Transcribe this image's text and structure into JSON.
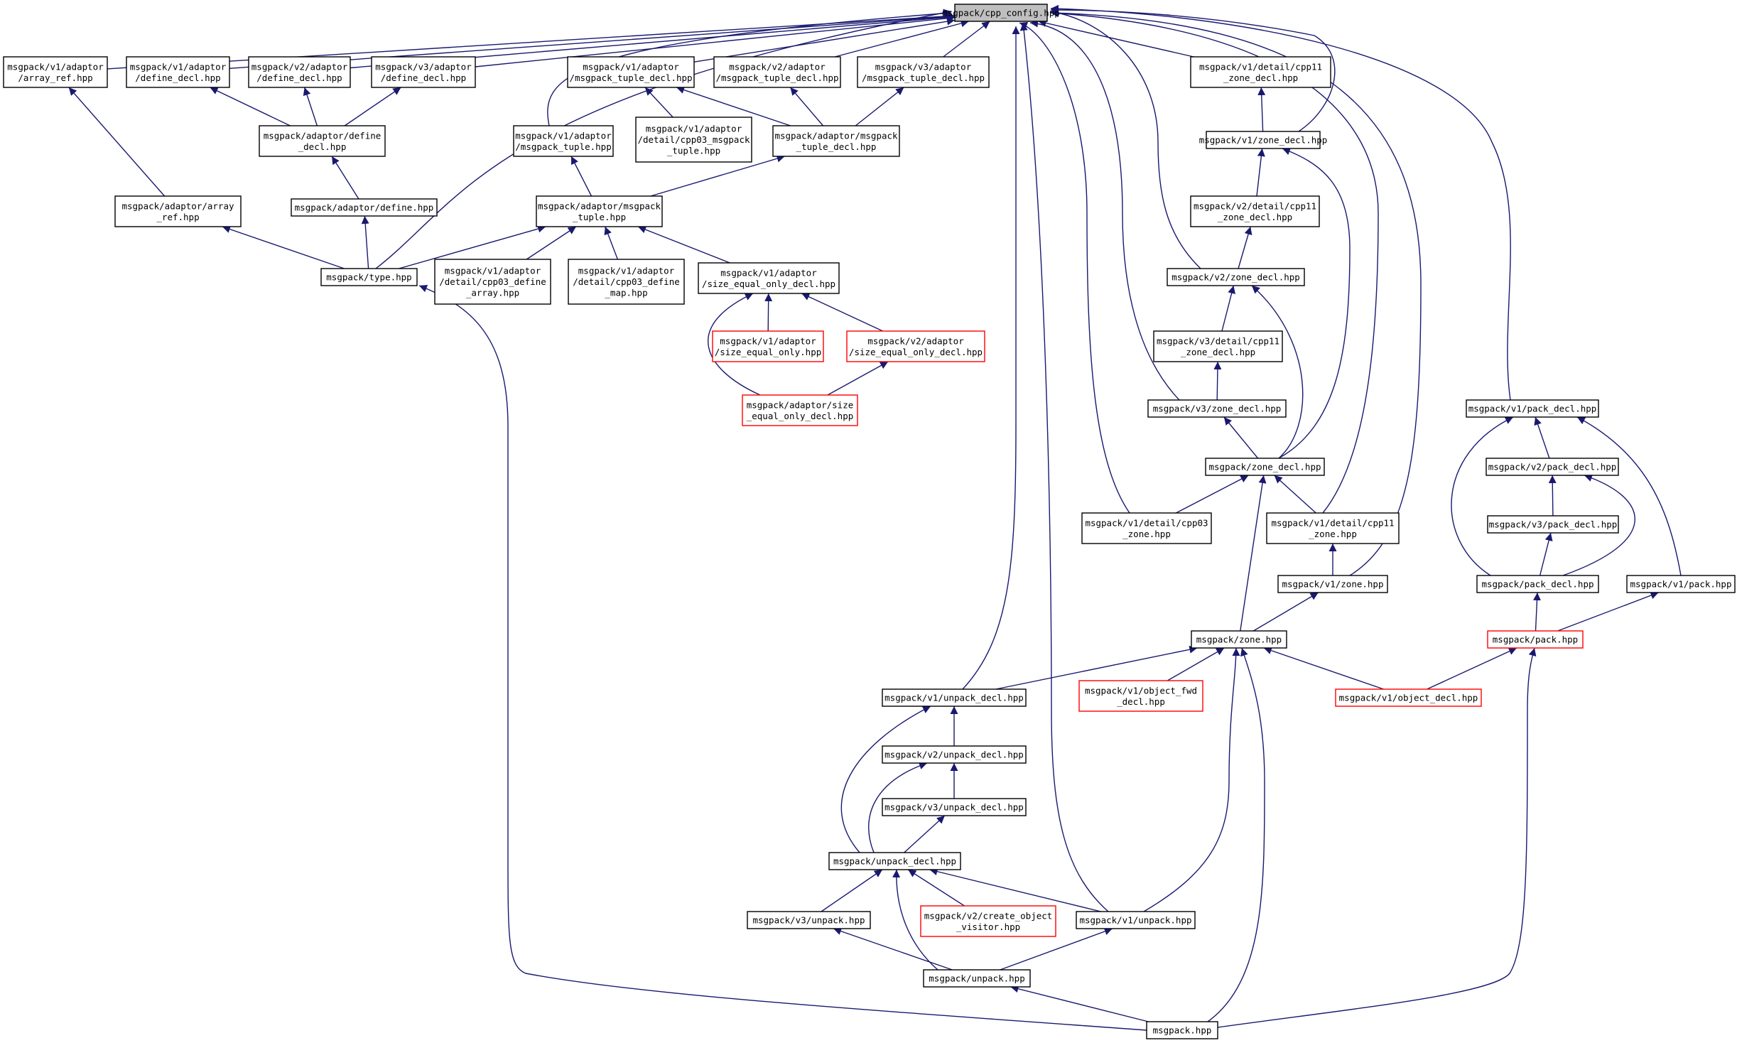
{
  "colors": {
    "edge": "#191970",
    "node_border": "#000000",
    "node_border_truncated": "#ff0000",
    "root_fill": "#bfbfbf",
    "node_fill": "#ffffff"
  },
  "nodes": [
    {
      "id": "n0",
      "lines": [
        "msgpack/cpp_config.hpp"
      ],
      "root": true
    },
    {
      "id": "n1",
      "lines": [
        "msgpack/v1/adaptor",
        "/array_ref.hpp"
      ]
    },
    {
      "id": "n2",
      "lines": [
        "msgpack/v1/adaptor",
        "/define_decl.hpp"
      ]
    },
    {
      "id": "n3",
      "lines": [
        "msgpack/v2/adaptor",
        "/define_decl.hpp"
      ]
    },
    {
      "id": "n4",
      "lines": [
        "msgpack/v3/adaptor",
        "/define_decl.hpp"
      ]
    },
    {
      "id": "n5",
      "lines": [
        "msgpack/v1/adaptor",
        "/msgpack_tuple_decl.hpp"
      ]
    },
    {
      "id": "n6",
      "lines": [
        "msgpack/v2/adaptor",
        "/msgpack_tuple_decl.hpp"
      ]
    },
    {
      "id": "n7",
      "lines": [
        "msgpack/v3/adaptor",
        "/msgpack_tuple_decl.hpp"
      ]
    },
    {
      "id": "n8",
      "lines": [
        "msgpack/v1/detail/cpp11",
        "_zone_decl.hpp"
      ]
    },
    {
      "id": "n9",
      "lines": [
        "msgpack/adaptor/define",
        "_decl.hpp"
      ]
    },
    {
      "id": "n10",
      "lines": [
        "msgpack/v1/adaptor",
        "/msgpack_tuple.hpp"
      ]
    },
    {
      "id": "n11",
      "lines": [
        "msgpack/v1/adaptor",
        "/detail/cpp03_msgpack",
        "_tuple.hpp"
      ]
    },
    {
      "id": "n12",
      "lines": [
        "msgpack/adaptor/msgpack",
        "_tuple_decl.hpp"
      ]
    },
    {
      "id": "n13",
      "lines": [
        "msgpack/v1/zone_decl.hpp"
      ]
    },
    {
      "id": "n14",
      "lines": [
        "msgpack/adaptor/array",
        "_ref.hpp"
      ]
    },
    {
      "id": "n15",
      "lines": [
        "msgpack/adaptor/define.hpp"
      ]
    },
    {
      "id": "n16",
      "lines": [
        "msgpack/adaptor/msgpack",
        "_tuple.hpp"
      ]
    },
    {
      "id": "n17",
      "lines": [
        "msgpack/v2/detail/cpp11",
        "_zone_decl.hpp"
      ]
    },
    {
      "id": "n18",
      "lines": [
        "msgpack/type.hpp"
      ]
    },
    {
      "id": "n19",
      "lines": [
        "msgpack/v1/adaptor",
        "/detail/cpp03_define",
        "_array.hpp"
      ]
    },
    {
      "id": "n20",
      "lines": [
        "msgpack/v1/adaptor",
        "/detail/cpp03_define",
        "_map.hpp"
      ]
    },
    {
      "id": "n21",
      "lines": [
        "msgpack/v1/adaptor",
        "/size_equal_only_decl.hpp"
      ]
    },
    {
      "id": "n22",
      "lines": [
        "msgpack/v2/zone_decl.hpp"
      ]
    },
    {
      "id": "n23",
      "lines": [
        "msgpack/v1/adaptor",
        "/size_equal_only.hpp"
      ],
      "truncated": true
    },
    {
      "id": "n24",
      "lines": [
        "msgpack/v2/adaptor",
        "/size_equal_only_decl.hpp"
      ],
      "truncated": true
    },
    {
      "id": "n25",
      "lines": [
        "msgpack/v3/detail/cpp11",
        "_zone_decl.hpp"
      ]
    },
    {
      "id": "n26",
      "lines": [
        "msgpack/adaptor/size",
        "_equal_only_decl.hpp"
      ],
      "truncated": true
    },
    {
      "id": "n27",
      "lines": [
        "msgpack/v3/zone_decl.hpp"
      ]
    },
    {
      "id": "n28",
      "lines": [
        "msgpack/v1/pack_decl.hpp"
      ]
    },
    {
      "id": "n29",
      "lines": [
        "msgpack/zone_decl.hpp"
      ]
    },
    {
      "id": "n30",
      "lines": [
        "msgpack/v2/pack_decl.hpp"
      ]
    },
    {
      "id": "n31",
      "lines": [
        "msgpack/v1/detail/cpp03",
        "_zone.hpp"
      ]
    },
    {
      "id": "n32",
      "lines": [
        "msgpack/v1/detail/cpp11",
        "_zone.hpp"
      ]
    },
    {
      "id": "n33",
      "lines": [
        "msgpack/v3/pack_decl.hpp"
      ]
    },
    {
      "id": "n34",
      "lines": [
        "msgpack/v1/zone.hpp"
      ]
    },
    {
      "id": "n35",
      "lines": [
        "msgpack/pack_decl.hpp"
      ]
    },
    {
      "id": "n36",
      "lines": [
        "msgpack/v1/pack.hpp"
      ]
    },
    {
      "id": "n37",
      "lines": [
        "msgpack/zone.hpp"
      ]
    },
    {
      "id": "n38",
      "lines": [
        "msgpack/pack.hpp"
      ],
      "truncated": true
    },
    {
      "id": "n39",
      "lines": [
        "msgpack/v1/unpack_decl.hpp"
      ]
    },
    {
      "id": "n40",
      "lines": [
        "msgpack/v1/object_fwd",
        "_decl.hpp"
      ],
      "truncated": true
    },
    {
      "id": "n41",
      "lines": [
        "msgpack/v1/object_decl.hpp"
      ],
      "truncated": true
    },
    {
      "id": "n42",
      "lines": [
        "msgpack/v2/unpack_decl.hpp"
      ]
    },
    {
      "id": "n43",
      "lines": [
        "msgpack/v3/unpack_decl.hpp"
      ]
    },
    {
      "id": "n44",
      "lines": [
        "msgpack/unpack_decl.hpp"
      ]
    },
    {
      "id": "n45",
      "lines": [
        "msgpack/v3/unpack.hpp"
      ]
    },
    {
      "id": "n46",
      "lines": [
        "msgpack/v2/create_object",
        "_visitor.hpp"
      ],
      "truncated": true
    },
    {
      "id": "n47",
      "lines": [
        "msgpack/v1/unpack.hpp"
      ]
    },
    {
      "id": "n48",
      "lines": [
        "msgpack/unpack.hpp"
      ]
    },
    {
      "id": "n49",
      "lines": [
        "msgpack.hpp"
      ]
    }
  ],
  "edges": [
    {
      "from": "n1",
      "to": "n0"
    },
    {
      "from": "n2",
      "to": "n0"
    },
    {
      "from": "n3",
      "to": "n0"
    },
    {
      "from": "n4",
      "to": "n0"
    },
    {
      "from": "n5",
      "to": "n0"
    },
    {
      "from": "n6",
      "to": "n0"
    },
    {
      "from": "n7",
      "to": "n0"
    },
    {
      "from": "n8",
      "to": "n0"
    },
    {
      "from": "n10",
      "to": "n0"
    },
    {
      "from": "n13",
      "to": "n0"
    },
    {
      "from": "n18",
      "to": "n0"
    },
    {
      "from": "n22",
      "to": "n0"
    },
    {
      "from": "n27",
      "to": "n0"
    },
    {
      "from": "n28",
      "to": "n0"
    },
    {
      "from": "n31",
      "to": "n0"
    },
    {
      "from": "n32",
      "to": "n0"
    },
    {
      "from": "n34",
      "to": "n0"
    },
    {
      "from": "n39",
      "to": "n0"
    },
    {
      "from": "n47",
      "to": "n0"
    },
    {
      "from": "n9",
      "to": "n2"
    },
    {
      "from": "n9",
      "to": "n3"
    },
    {
      "from": "n9",
      "to": "n4"
    },
    {
      "from": "n14",
      "to": "n1"
    },
    {
      "from": "n15",
      "to": "n9"
    },
    {
      "from": "n12",
      "to": "n5"
    },
    {
      "from": "n12",
      "to": "n6"
    },
    {
      "from": "n12",
      "to": "n7"
    },
    {
      "from": "n11",
      "to": "n5"
    },
    {
      "from": "n16",
      "to": "n10"
    },
    {
      "from": "n16",
      "to": "n12"
    },
    {
      "from": "n18",
      "to": "n14"
    },
    {
      "from": "n18",
      "to": "n15"
    },
    {
      "from": "n18",
      "to": "n16"
    },
    {
      "from": "n19",
      "to": "n16"
    },
    {
      "from": "n20",
      "to": "n16"
    },
    {
      "from": "n21",
      "to": "n16"
    },
    {
      "from": "n23",
      "to": "n21"
    },
    {
      "from": "n24",
      "to": "n21"
    },
    {
      "from": "n26",
      "to": "n21"
    },
    {
      "from": "n26",
      "to": "n24"
    },
    {
      "from": "n13",
      "to": "n8"
    },
    {
      "from": "n17",
      "to": "n13"
    },
    {
      "from": "n22",
      "to": "n17"
    },
    {
      "from": "n25",
      "to": "n22"
    },
    {
      "from": "n27",
      "to": "n25"
    },
    {
      "from": "n29",
      "to": "n27"
    },
    {
      "from": "n29",
      "to": "n22"
    },
    {
      "from": "n29",
      "to": "n13"
    },
    {
      "from": "n31",
      "to": "n29"
    },
    {
      "from": "n32",
      "to": "n29"
    },
    {
      "from": "n34",
      "to": "n32"
    },
    {
      "from": "n37",
      "to": "n34"
    },
    {
      "from": "n37",
      "to": "n29"
    },
    {
      "from": "n30",
      "to": "n28"
    },
    {
      "from": "n33",
      "to": "n30"
    },
    {
      "from": "n35",
      "to": "n33"
    },
    {
      "from": "n35",
      "to": "n30"
    },
    {
      "from": "n35",
      "to": "n28"
    },
    {
      "from": "n36",
      "to": "n28"
    },
    {
      "from": "n38",
      "to": "n35"
    },
    {
      "from": "n38",
      "to": "n36"
    },
    {
      "from": "n39",
      "to": "n37"
    },
    {
      "from": "n40",
      "to": "n37"
    },
    {
      "from": "n41",
      "to": "n37"
    },
    {
      "from": "n41",
      "to": "n38"
    },
    {
      "from": "n42",
      "to": "n39"
    },
    {
      "from": "n43",
      "to": "n42"
    },
    {
      "from": "n44",
      "to": "n43"
    },
    {
      "from": "n44",
      "to": "n42"
    },
    {
      "from": "n44",
      "to": "n39"
    },
    {
      "from": "n45",
      "to": "n44"
    },
    {
      "from": "n46",
      "to": "n44"
    },
    {
      "from": "n47",
      "to": "n44"
    },
    {
      "from": "n47",
      "to": "n37"
    },
    {
      "from": "n48",
      "to": "n45"
    },
    {
      "from": "n48",
      "to": "n47"
    },
    {
      "from": "n48",
      "to": "n44"
    },
    {
      "from": "n49",
      "to": "n48"
    },
    {
      "from": "n49",
      "to": "n18"
    },
    {
      "from": "n49",
      "to": "n37"
    },
    {
      "from": "n49",
      "to": "n38"
    }
  ]
}
